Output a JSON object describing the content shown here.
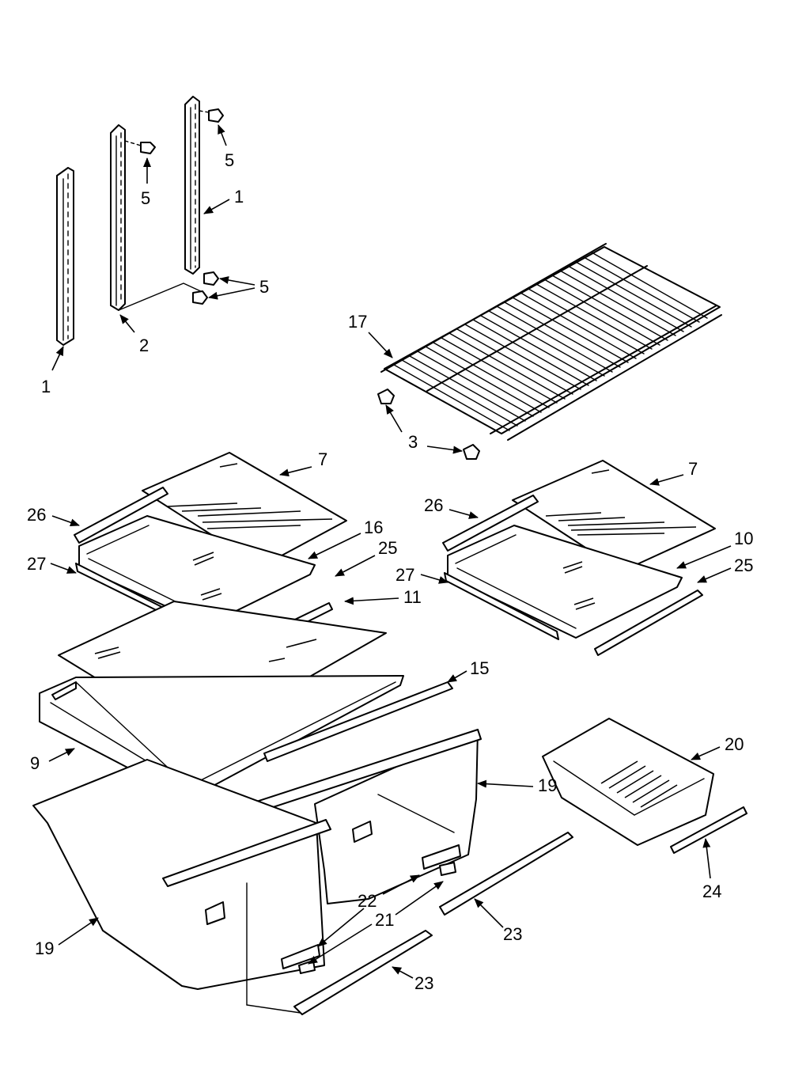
{
  "diagram": {
    "colors": {
      "line": "#000000",
      "background": "#ffffff"
    },
    "callouts": [
      {
        "id": "c1a",
        "text": "1"
      },
      {
        "id": "c1b",
        "text": "1"
      },
      {
        "id": "c2",
        "text": "2"
      },
      {
        "id": "c5a",
        "text": "5"
      },
      {
        "id": "c5b",
        "text": "5"
      },
      {
        "id": "c5c",
        "text": "5"
      },
      {
        "id": "c17",
        "text": "17"
      },
      {
        "id": "c3",
        "text": "3"
      },
      {
        "id": "c7a",
        "text": "7"
      },
      {
        "id": "c7b",
        "text": "7"
      },
      {
        "id": "c26a",
        "text": "26"
      },
      {
        "id": "c26b",
        "text": "26"
      },
      {
        "id": "c16",
        "text": "16"
      },
      {
        "id": "c25a",
        "text": "25"
      },
      {
        "id": "c25b",
        "text": "25"
      },
      {
        "id": "c27a",
        "text": "27"
      },
      {
        "id": "c27b",
        "text": "27"
      },
      {
        "id": "c10",
        "text": "10"
      },
      {
        "id": "c11",
        "text": "11"
      },
      {
        "id": "c15",
        "text": "15"
      },
      {
        "id": "c9",
        "text": "9"
      },
      {
        "id": "c20",
        "text": "20"
      },
      {
        "id": "c19a",
        "text": "19"
      },
      {
        "id": "c19b",
        "text": "19"
      },
      {
        "id": "c22",
        "text": "22"
      },
      {
        "id": "c21",
        "text": "21"
      },
      {
        "id": "c23a",
        "text": "23"
      },
      {
        "id": "c23b",
        "text": "23"
      },
      {
        "id": "c24",
        "text": "24"
      }
    ]
  }
}
